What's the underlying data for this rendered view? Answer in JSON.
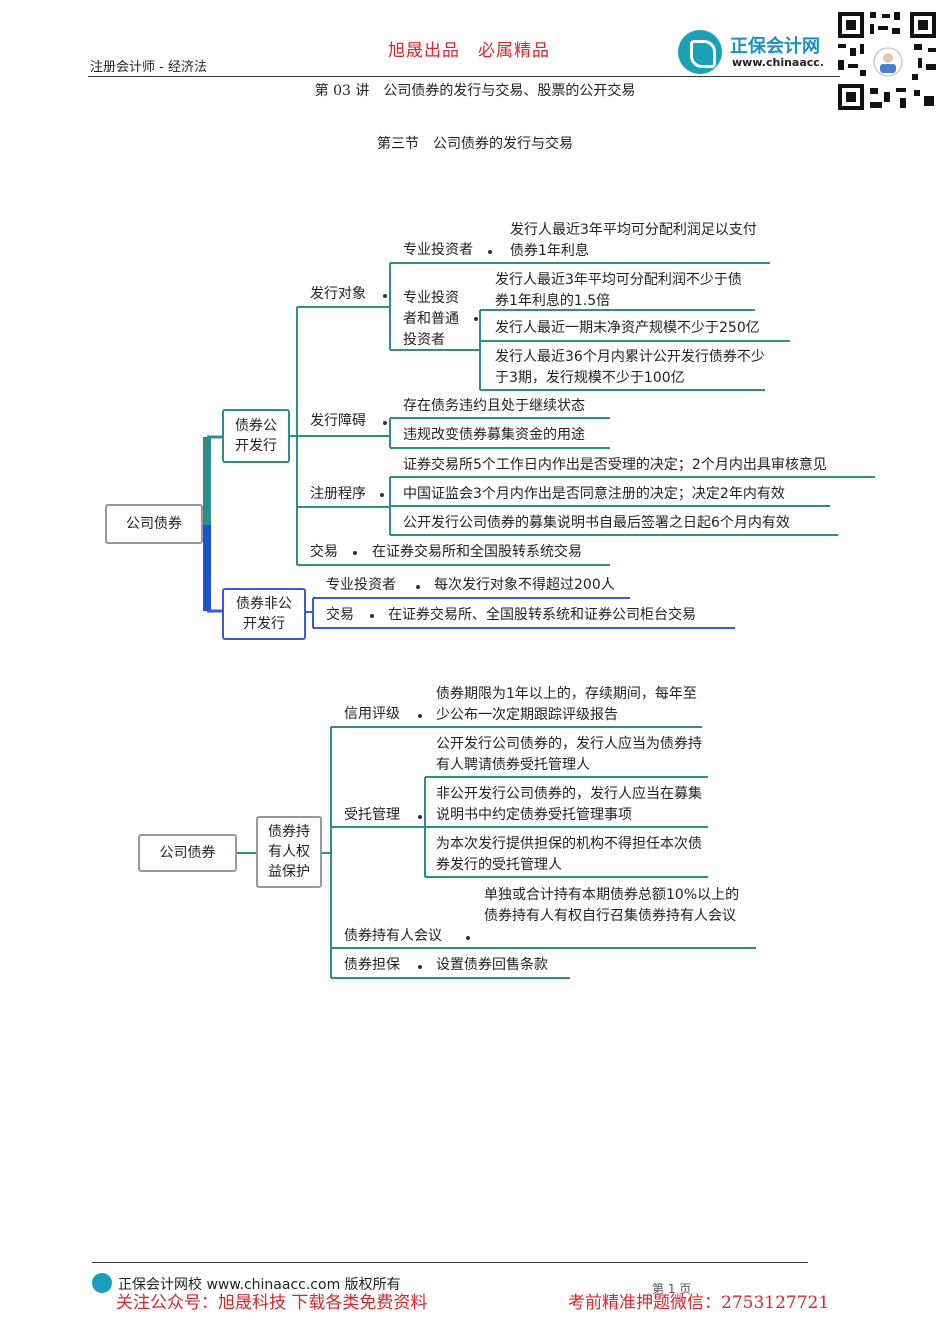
{
  "header": {
    "left": "注册会计师 - 经济法",
    "red_slogan": "旭晟出品　必属精品",
    "logo_name": "正保会计网",
    "logo_url": "www.chinaacc.",
    "lecture_title": "第 03 讲　公司债券的发行与交易、股票的公开交易",
    "section_title": "第三节　公司债券的发行与交易"
  },
  "map1": {
    "root": "公司债券",
    "public": {
      "label": "债券公开发行",
      "targets": {
        "label": "发行对象",
        "professional": {
          "label": "专业投资者",
          "cond": "发行人最近3年平均可分配利润足以支付债券1年利息"
        },
        "general": {
          "label": "专业投资者和普通投资者",
          "conds": [
            "发行人最近3年平均可分配利润不少于债券1年利息的1.5倍",
            "发行人最近一期末净资产规模不少于250亿",
            "发行人最近36个月内累计公开发行债券不少于3期，发行规模不少于100亿"
          ]
        }
      },
      "obstacles": {
        "label": "发行障碍",
        "items": [
          "存在债务违约且处于继续状态",
          "违规改变债券募集资金的用途"
        ]
      },
      "registration": {
        "label": "注册程序",
        "items": [
          "证券交易所5个工作日内作出是否受理的决定；2个月内出具审核意见",
          "中国证监会3个月内作出是否同意注册的决定；决定2年内有效",
          "公开发行公司债券的募集说明书自最后签署之日起6个月内有效"
        ]
      },
      "trading": {
        "label": "交易",
        "item": "在证券交易所和全国股转系统交易"
      }
    },
    "private": {
      "label": "债券非公开发行",
      "professional": {
        "label": "专业投资者",
        "item": "每次发行对象不得超过200人"
      },
      "trading": {
        "label": "交易",
        "item": "在证券交易所、全国股转系统和证券公司柜台交易"
      }
    }
  },
  "map2": {
    "root": "公司债券",
    "center": "债券持有人权益保护",
    "rating": {
      "label": "信用评级",
      "item": "债券期限为1年以上的，存续期间，每年至少公布一次定期跟踪评级报告"
    },
    "trustee": {
      "label": "受托管理",
      "items": [
        "公开发行公司债券的，发行人应当为债券持有人聘请债券受托管理人",
        "非公开发行公司债券的，发行人应当在募集说明书中约定债券受托管理事项",
        "为本次发行提供担保的机构不得担任本次债券发行的受托管理人"
      ]
    },
    "meeting": {
      "label": "债券持有人会议",
      "item": "单独或合计持有本期债券总额10%以上的债券持有人有权自行召集债券持有人会议"
    },
    "guarantee": {
      "label": "债券担保",
      "item": "设置债券回售条款"
    }
  },
  "footer": {
    "copyright": "正保会计网校 www.chinaacc.com 版权所有",
    "page": "第 1 页",
    "red_left": "关注公众号：旭晟科技 下载各类免费资料",
    "red_right": "考前精准押题微信：2753127721"
  },
  "colors": {
    "teal": "#2e8f8a",
    "blue": "#3a5bd6",
    "red": "#d9262b",
    "gray_box": "#999999"
  }
}
